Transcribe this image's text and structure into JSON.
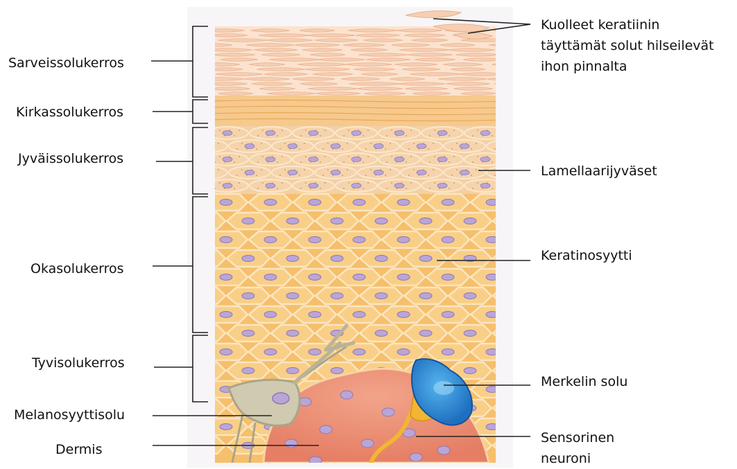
{
  "left_labels": {
    "stratum_corneum": "Sarveissolukerros",
    "stratum_lucidum": "Kirkassolukerros",
    "stratum_granulosum": "Jyväissolukerros",
    "stratum_spinosum": "Okasolukerros",
    "stratum_basale": "Tyvisolukerros",
    "melanocyte": "Melanosyyttisolu",
    "dermis": "Dermis"
  },
  "right_labels": {
    "dead_cells_line1": "Kuolleet keratiinin",
    "dead_cells_line2": "täyttämät solut hilseilevät",
    "dead_cells_line3": "ihon pinnalta",
    "lamellar_granules": "Lamellaarijyväset",
    "keratinocyte": "Keratinosyytti",
    "merkel_cell": "Merkelin solu",
    "sensory_neuron_line1": "Sensorinen",
    "sensory_neuron_line2": "neuroni"
  },
  "colors": {
    "corneum": "#f7d2b4",
    "lucidum": "#f7c98a",
    "granulosum": "#f6d3a9",
    "spinosum": "#f7c576",
    "spinosum_cell": "#f9cf87",
    "cell_outline": "#fbe6c0",
    "nucleus": "#b9a6d6",
    "dermis": "#ec8f74",
    "merkel": "#2f86d1",
    "neuron": "#f2b632",
    "melanocyte": "#cfcab0"
  }
}
